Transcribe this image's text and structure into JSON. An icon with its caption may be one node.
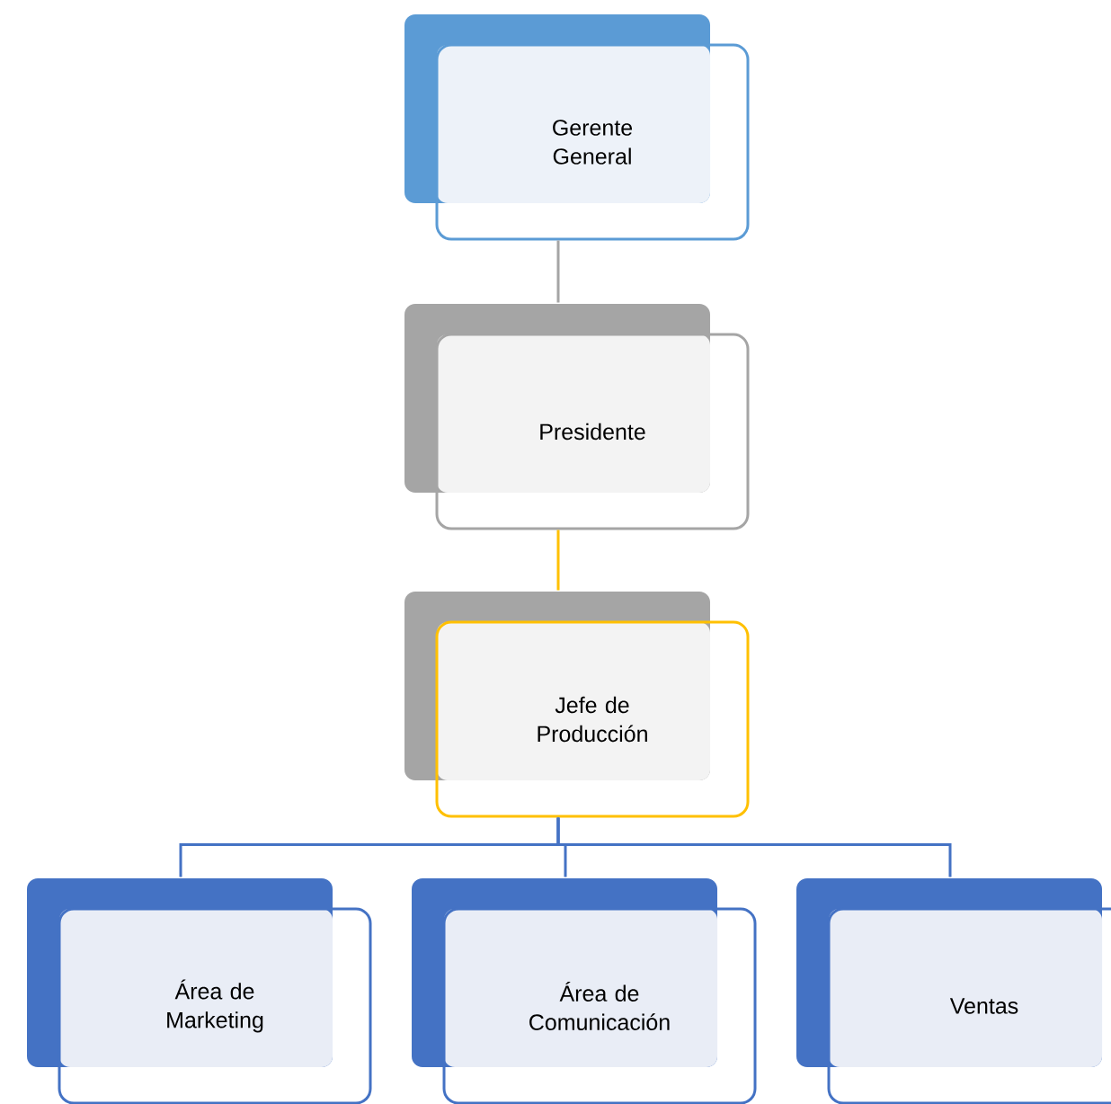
{
  "diagram": {
    "nodes": [
      {
        "text": [
          "Gerente General"
        ]
      },
      {
        "text": [
          "Presidente"
        ]
      },
      {
        "text": [
          "Jefe de Producción"
        ]
      },
      {
        "text": [
          "Área de Marketing"
        ]
      },
      {
        "text": [
          "Área de Comunicación"
        ]
      },
      {
        "text": [
          "Ventas"
        ]
      }
    ],
    "edges": [
      {
        "from": 0,
        "to": 1,
        "arrow": "none",
        "color": "#a5a5a5"
      },
      {
        "from": 1,
        "to": 2,
        "arrow": "none",
        "color": "#ffc000"
      },
      {
        "from": 2,
        "to": 3,
        "arrow": "none"
      },
      {
        "from": 2,
        "to": 4,
        "arrow": "none"
      },
      {
        "from": 2,
        "to": 5,
        "arrow": "none"
      }
    ]
  }
}
